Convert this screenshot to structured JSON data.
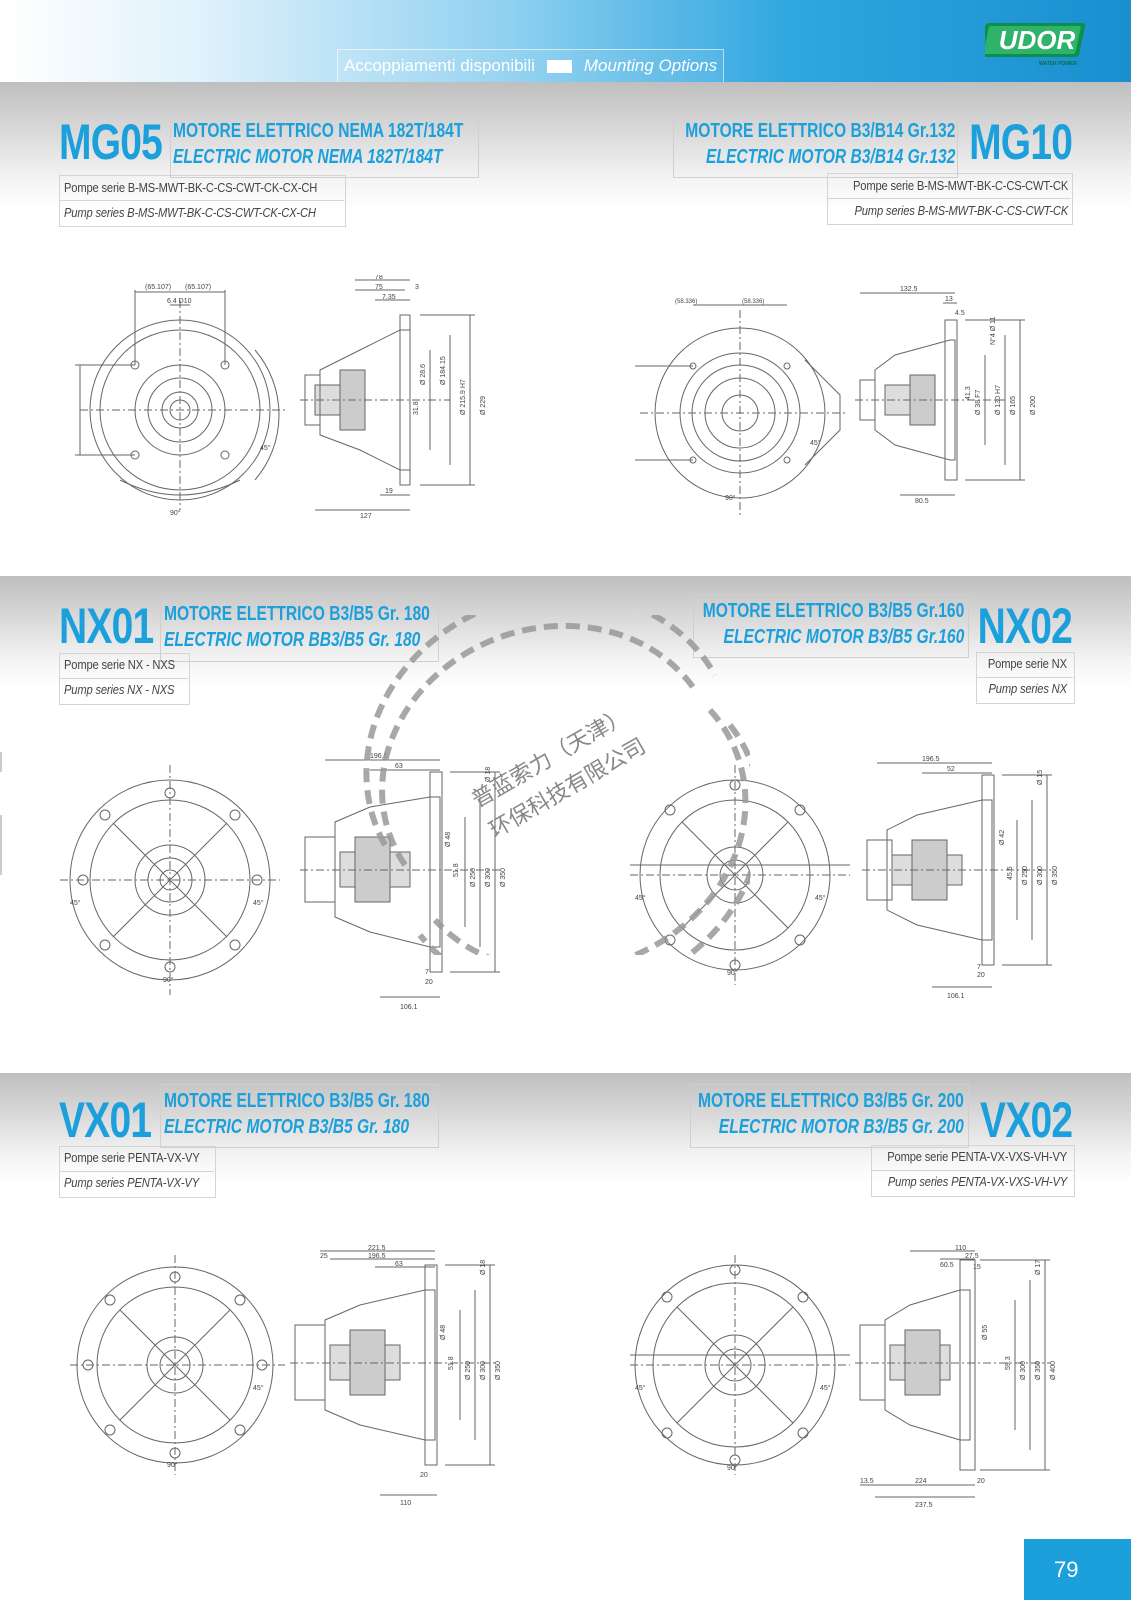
{
  "header": {
    "tab_it": "Accoppiamenti disponibili",
    "tab_en": "Mounting Options",
    "logo_text": "UDOR",
    "logo_sub": "WATER POWER"
  },
  "sections": [
    {
      "code": "MG05",
      "motor_it": "MOTORE ELETTRICO NEMA 182T/184T",
      "motor_en": "ELECTRIC MOTOR NEMA 182T/184T",
      "series_it": "Pompe serie B-MS-MWT-BK-C-CS-CWT-CK-CX-CH",
      "series_en": "Pump series B-MS-MWT-BK-C-CS-CWT-CK-CX-CH"
    },
    {
      "code": "MG10",
      "motor_it": "MOTORE ELETTRICO B3/B14 Gr.132",
      "motor_en": "ELECTRIC MOTOR B3/B14 Gr.132",
      "series_it": "Pompe serie B-MS-MWT-BK-C-CS-CWT-CK",
      "series_en": "Pump series B-MS-MWT-BK-C-CS-CWT-CK"
    },
    {
      "code": "NX01",
      "motor_it": "MOTORE ELETTRICO B3/B5 Gr. 180",
      "motor_en": "ELECTRIC MOTOR BB3/B5 Gr. 180",
      "series_it": "Pompe serie NX - NXS",
      "series_en": "Pump series NX - NXS"
    },
    {
      "code": "NX02",
      "motor_it": "MOTORE ELETTRICO B3/B5 Gr.160",
      "motor_en": "ELECTRIC MOTOR B3/B5 Gr.160",
      "series_it": "Pompe serie NX",
      "series_en": "Pump series NX"
    },
    {
      "code": "VX01",
      "motor_it": "MOTORE ELETTRICO B3/B5 Gr. 180",
      "motor_en": "ELECTRIC MOTOR B3/B5 Gr. 180",
      "series_it": "Pompe serie PENTA-VX-VY",
      "series_en": "Pump series PENTA-VX-VY"
    },
    {
      "code": "VX02",
      "motor_it": "MOTORE ELETTRICO B3/B5 Gr. 200",
      "motor_en": "ELECTRIC MOTOR B3/B5 Gr. 200",
      "series_it": "Pompe serie PENTA-VX-VXS-VH-VY",
      "series_en": "Pump series PENTA-VX-VXS-VH-VY"
    }
  ],
  "dims": {
    "mg05": {
      "a": "78",
      "b": "75",
      "c": "3",
      "d": "7.35",
      "e": "(65.107)",
      "f": "6.4 D10",
      "g": "45°",
      "h": "90°",
      "i": "127",
      "j": "19",
      "k": "Ø 229",
      "l": "Ø 215.9 H7",
      "m": "Ø 184.15",
      "n": "Ø 28.6",
      "o": "31.8"
    },
    "mg10": {
      "a": "132.5",
      "b": "13",
      "c": "4.5",
      "d": "N°4 Ø 11",
      "e": "(58.336)",
      "f": "45°",
      "g": "90°",
      "h": "80.5",
      "i": "Ø 200",
      "j": "Ø 165",
      "k": "Ø 130 H7",
      "l": "Ø 38 F7",
      "m": "41.3"
    },
    "nx01": {
      "a": "196.5",
      "b": "63",
      "c": "Ø 18",
      "d": "Ø 350",
      "e": "Ø 300",
      "f": "Ø 250",
      "g": "51.8",
      "h": "Ø 48",
      "i": "45°",
      "j": "90°",
      "k": "106.1",
      "l": "20",
      "m": "7"
    },
    "nx02": {
      "a": "196.5",
      "b": "52",
      "c": "Ø 15",
      "d": "Ø 350",
      "e": "Ø 300",
      "f": "Ø 250",
      "g": "45.5",
      "h": "Ø 42",
      "i": "45°",
      "j": "90°",
      "k": "106.1",
      "l": "20",
      "m": "7"
    },
    "vx01": {
      "a": "221.5",
      "b": "196.5",
      "c": "25",
      "d": "63",
      "e": "Ø 18",
      "f": "Ø 350",
      "g": "Ø 300",
      "h": "Ø 250",
      "i": "51.8",
      "j": "Ø 48",
      "k": "45°",
      "l": "90°",
      "m": "110",
      "n": "20"
    },
    "vx02": {
      "a": "110",
      "b": "27.5",
      "c": "60.5",
      "d": "15",
      "e": "Ø 17",
      "f": "Ø 400",
      "g": "Ø 350",
      "h": "Ø 300",
      "i": "59.3",
      "j": "Ø 55",
      "k": "45°",
      "l": "90°",
      "m": "224",
      "n": "237.5",
      "o": "13.5",
      "p": "20"
    }
  },
  "watermark": {
    "line1": "普蓝索力（天津）",
    "line2": "环保科技有限公司"
  },
  "page_number": "79"
}
